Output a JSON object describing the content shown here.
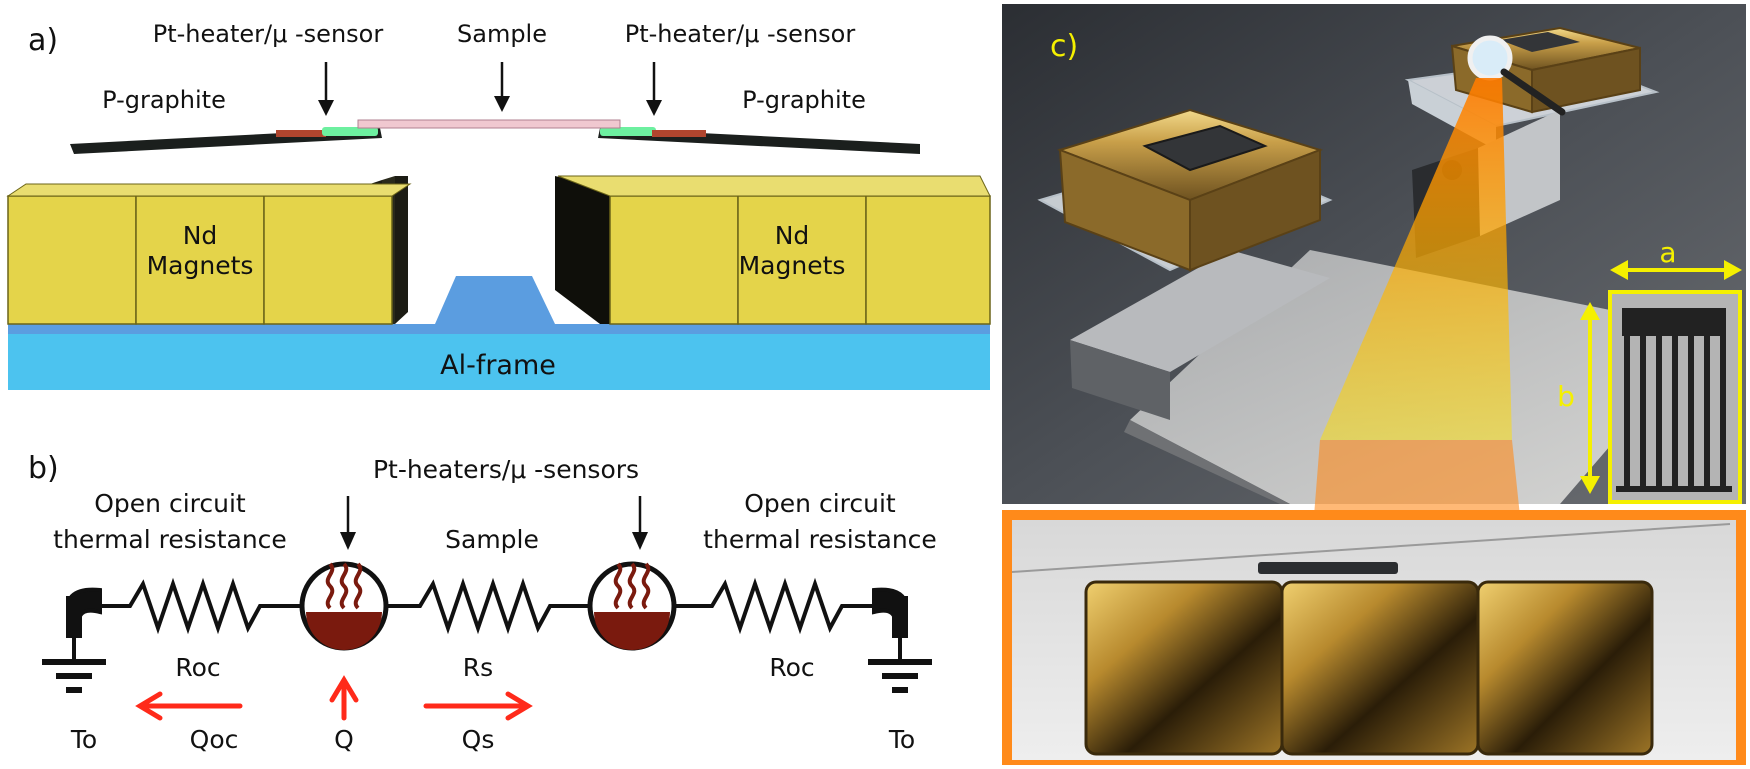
{
  "panel_a": {
    "tag": "a)",
    "pt_heater_left": "Pt-heater/μ -sensor",
    "sample": "Sample",
    "pt_heater_right": "Pt-heater/μ -sensor",
    "p_graphite_left": "P-graphite",
    "p_graphite_right": "P-graphite",
    "magnet_left_line1": "Nd",
    "magnet_left_line2": "Magnets",
    "magnet_right_line1": "Nd",
    "magnet_right_line2": "Magnets",
    "frame": "Al-frame"
  },
  "panel_b": {
    "tag": "b)",
    "pt_heaters": "Pt-heaters/μ -sensors",
    "oc_left_line1": "Open circuit",
    "oc_left_line2": "thermal resistance",
    "sample": "Sample",
    "oc_right_line1": "Open circuit",
    "oc_right_line2": "thermal resistance",
    "roc_left": "Roc",
    "rs": "Rs",
    "roc_right": "Roc",
    "to_left": "To",
    "qoc": "Qoc",
    "q": "Q",
    "qs": "Qs",
    "to_right": "To"
  },
  "panel_c": {
    "tag": "c)",
    "dim_a": "a",
    "dim_b": "b"
  },
  "colors": {
    "magnet": "#e4d44a",
    "frame": "#4cc3ef",
    "arrow": "#ff2a1a",
    "heater": "#7a1a0e",
    "highlight": "#f5f000",
    "beam": "#ff7a1a"
  }
}
